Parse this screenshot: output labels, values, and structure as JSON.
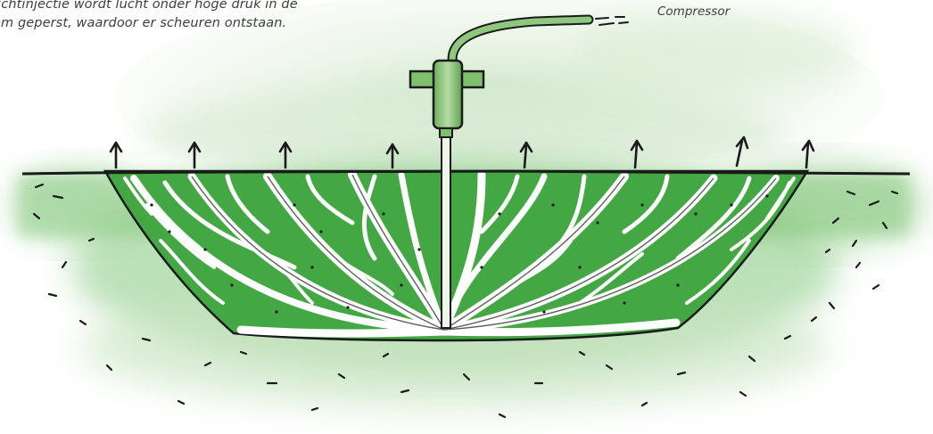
{
  "caption": {
    "line1": "uchtinjectie wordt lucht onder hoge druk in de",
    "line2": "em geperst, waardoor er scheuren ontstaan."
  },
  "labels": {
    "compressor": "Compressor"
  },
  "colors": {
    "soil_green": "#4fae4f",
    "haze_green": "#cfe6c9",
    "crack_white": "#ffffff",
    "ink": "#1a1a1a"
  }
}
